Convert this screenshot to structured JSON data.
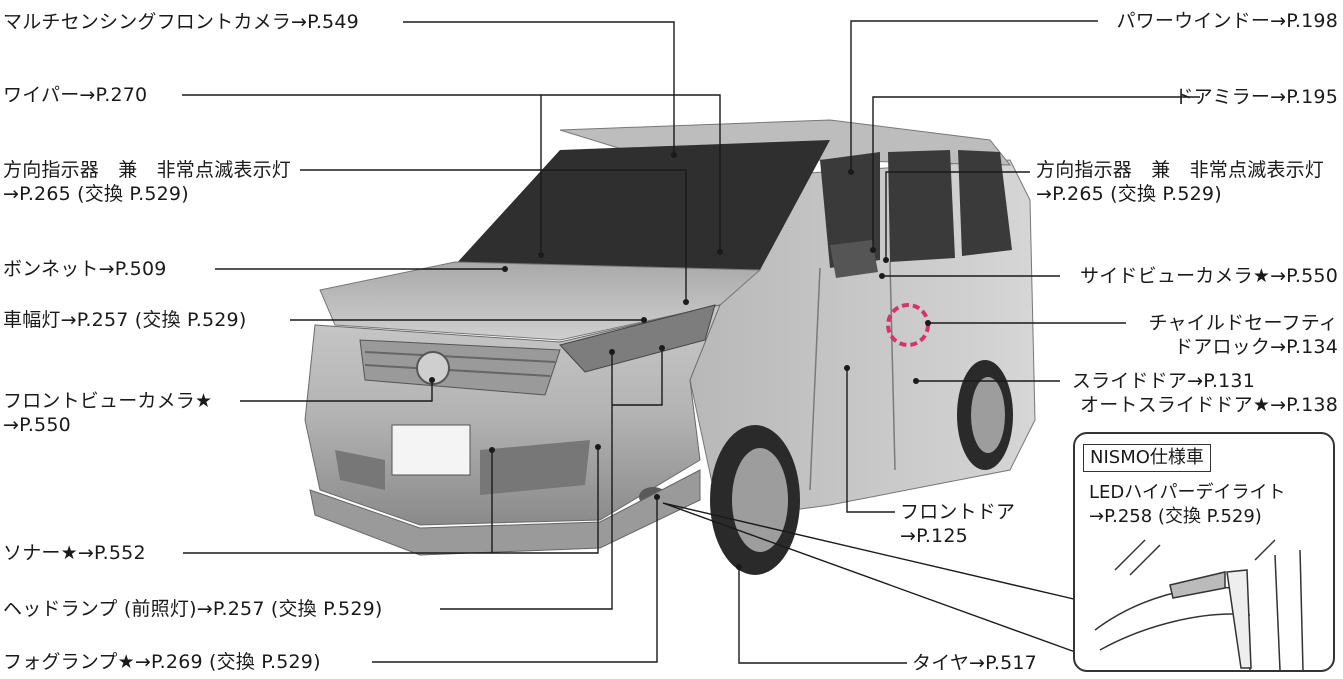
{
  "labels": {
    "front_camera_multi": "マルチセンシングフロントカメラ→P.549",
    "wiper": "ワイパー→P.270",
    "turn_signal_left_1": "方向指示器　兼　非常点滅表示灯",
    "turn_signal_left_2": "→P.265 (交換 P.529)",
    "bonnet": "ボンネット→P.509",
    "clearance_lamp": "車幅灯→P.257 (交換 P.529)",
    "front_view_camera_1": "フロントビューカメラ★",
    "front_view_camera_2": "→P.550",
    "sonar": "ソナー★→P.552",
    "headlamp": "ヘッドランプ (前照灯)→P.257 (交換 P.529)",
    "fog_lamp": "フォグランプ★→P.269 (交換 P.529)",
    "power_window": "パワーウインドー→P.198",
    "door_mirror": "ドアミラー→P.195",
    "turn_signal_right_1": "方向指示器　兼　非常点滅表示灯",
    "turn_signal_right_2": "→P.265 (交換 P.529)",
    "side_view_camera": "サイドビューカメラ★→P.550",
    "child_safety_1": "チャイルドセーフティ",
    "child_safety_2": "ドアロック→P.134",
    "slide_door_1": "スライドドア→P.131",
    "slide_door_2": "オートスライドドア★→P.138",
    "front_door_1": "フロントドア",
    "front_door_2": "→P.125",
    "tire": "タイヤ→P.517"
  },
  "inset": {
    "tag": "NISMO仕様車",
    "line1": "LEDハイパーデイライト",
    "line2": "→P.258 (交換 P.529)"
  },
  "colors": {
    "line": "#1a1a1a",
    "body_light": "#d2d2d2",
    "body_dark": "#8e8e8e",
    "glass": "#2e2e2e",
    "highlight_circle": "#d6336c"
  }
}
